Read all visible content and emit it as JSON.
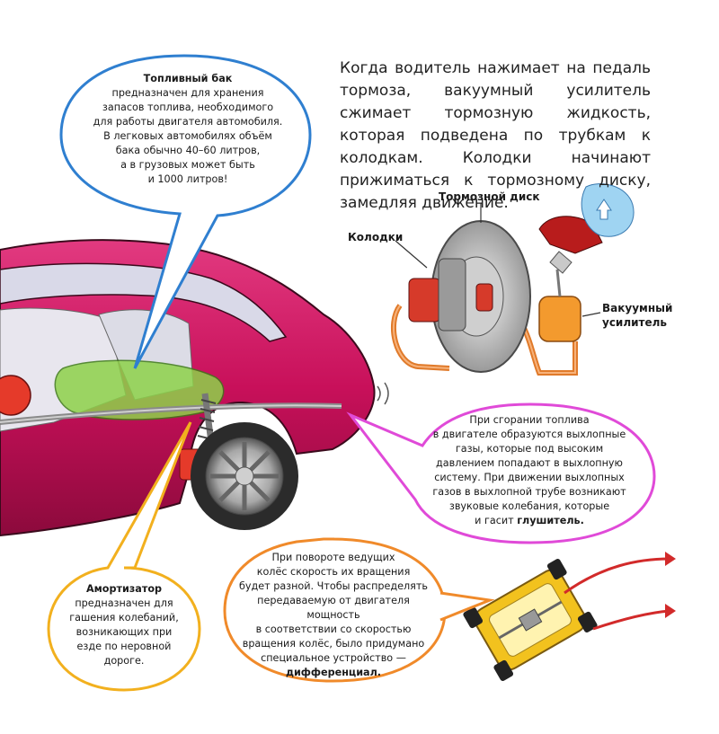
{
  "intro_text": "Когда водитель нажимает на педаль тормоза, вакуумный усилитель сжимает тормозную жидкость, которая подведена по трубкам к колодкам. Колодки начинают прижиматься к тормозному диску, замедляя движение.",
  "brake_diagram": {
    "disk_label": "Тормозной диск",
    "pads_label": "Колодки",
    "booster_label_line1": "Вакуумный",
    "booster_label_line2": "усилитель"
  },
  "fuel_tank": {
    "title": "Топливный бак",
    "lines": [
      "предназначен для хранения",
      "запасов топлива, необходимого",
      "для работы двигателя автомобиля.",
      "В легковых автомобилях объём",
      "бака обычно 40–60 литров,",
      "а в грузовых может быть",
      "и 1000 литров!"
    ]
  },
  "exhaust": {
    "lines": [
      "При сгорании топлива",
      "в двигателе образуются выхлопные",
      "газы, которые под высоким",
      "давлением попадают в выхлопную",
      "систему. При движении выхлопных",
      "газов в выхлопной трубе возникают",
      "звуковые колебания, которые"
    ],
    "last_prefix": "и гасит ",
    "last_bold": "глушитель."
  },
  "differential": {
    "lines": [
      "При повороте ведущих",
      "колёс скорость их вращения",
      "будет разной. Чтобы распределять",
      "передаваемую от двигателя мощность",
      "в соответствии со скоростью",
      "вращения колёс, было придумано",
      "специальное устройство —"
    ],
    "last_bold": "дифференциал."
  },
  "shock_absorber": {
    "title": "Амортизатор",
    "lines": [
      "предназначен для",
      "гашения колебаний,",
      "возникающих при",
      "езде по неровной",
      "дороге."
    ]
  },
  "colors": {
    "fuel_bubble": "#2f7fd0",
    "exhaust_bubble": "#e04ad8",
    "diff_bubble": "#f08a2a",
    "shock_bubble": "#f2b01e",
    "car_body": "#c8105a"
  }
}
